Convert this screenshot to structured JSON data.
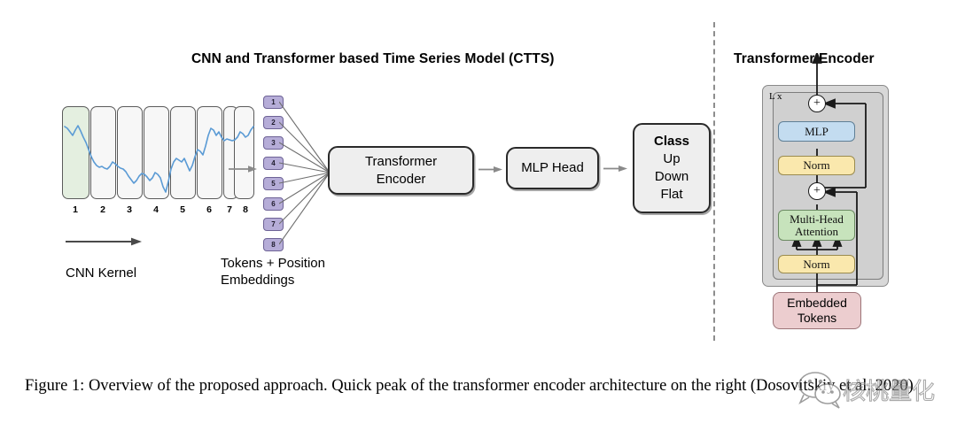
{
  "titles": {
    "left": "CNN and Transformer based Time Series Model (CTTS)",
    "right": "Transformer Encoder"
  },
  "left_panel": {
    "window_ticks": [
      "1",
      "2",
      "3",
      "4",
      "5",
      "6",
      "7",
      "8"
    ],
    "highlighted_window": 1,
    "kernel_label": "CNN Kernel",
    "tokens": [
      "1",
      "2",
      "3",
      "4",
      "5",
      "6",
      "7",
      "8"
    ],
    "tokens_label_line1": "Tokens + Position",
    "tokens_label_line2": "Embeddings",
    "boxes": {
      "transformer_line1": "Transformer",
      "transformer_line2": "Encoder",
      "mlp_head": "MLP Head",
      "class_title": "Class",
      "class_options": [
        "Up",
        "Down",
        "Flat"
      ]
    }
  },
  "right_panel": {
    "repeat_label": "L x",
    "blocks": {
      "mlp": "MLP",
      "norm_top": "Norm",
      "attention_line1": "Multi-Head",
      "attention_line2": "Attention",
      "norm_bottom": "Norm",
      "embedded_line1": "Embedded",
      "embedded_line2": "Tokens"
    },
    "residual_symbol": "+"
  },
  "caption": {
    "text": "Figure 1: Overview of the proposed approach. Quick peak of the transformer encoder architecture on the right (Dosovitskiy et al. 2020)"
  },
  "watermark": {
    "text": "核桃量化"
  },
  "colors": {
    "token_fill": "#b6add8",
    "window_highlight": "#e4efe0",
    "series_line": "#5b9bd5",
    "mlp_fill": "#c3dcf0",
    "norm_fill": "#fae8ad",
    "attention_fill": "#c7e3bc",
    "embedded_fill": "#eccdcf",
    "box_fill": "#eeeeee",
    "divider": "#8d8d8d"
  },
  "chart_data": {
    "type": "line",
    "title": "",
    "xlabel": "",
    "ylabel": "",
    "x": [
      0,
      1,
      2,
      3,
      4,
      5,
      6,
      7,
      8,
      9,
      10,
      11,
      12,
      13,
      14,
      15,
      16,
      17,
      18,
      19,
      20,
      21,
      22,
      23,
      24,
      25,
      26,
      27,
      28,
      29,
      30,
      31,
      32,
      33,
      34,
      35,
      36,
      37,
      38,
      39,
      40,
      41,
      42,
      43,
      44,
      45,
      46,
      47,
      48,
      49,
      50,
      51,
      52,
      53,
      54,
      55,
      56,
      57,
      58,
      59,
      60,
      61,
      62,
      63,
      64,
      65,
      66,
      67,
      68,
      69,
      70,
      71,
      72,
      73,
      74,
      75,
      76,
      77,
      78,
      79
    ],
    "values": [
      78,
      76,
      72,
      68,
      74,
      79,
      73,
      66,
      60,
      52,
      44,
      38,
      34,
      32,
      33,
      31,
      30,
      33,
      38,
      36,
      33,
      31,
      30,
      27,
      22,
      18,
      14,
      17,
      22,
      25,
      24,
      21,
      17,
      20,
      26,
      24,
      20,
      10,
      4,
      16,
      30,
      38,
      42,
      40,
      38,
      42,
      35,
      28,
      34,
      44,
      52,
      50,
      46,
      56,
      68,
      76,
      74,
      68,
      72,
      66,
      62,
      64,
      63,
      62,
      63,
      66,
      72,
      70,
      66,
      68,
      74,
      78,
      80,
      82,
      88,
      92,
      90,
      88,
      86,
      80
    ],
    "ylim": [
      0,
      100
    ],
    "grid": false,
    "legend": null,
    "annotations": [
      "8 sliding windows, first window highlighted"
    ]
  }
}
